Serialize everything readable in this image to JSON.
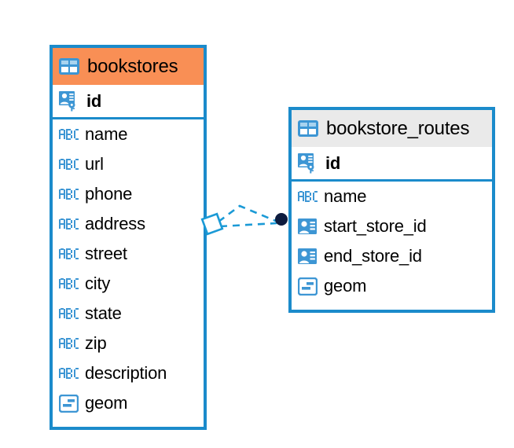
{
  "diagram": {
    "type": "entity-relationship-diagram",
    "colors": {
      "border": "#1b8bcb",
      "header_highlight": "#f98f55",
      "header_default": "#eaeaea",
      "icon_blue": "#3d96d4",
      "connector": "#1b9ad6",
      "connector_endpoint": "#0d1b3e",
      "text": "#000000",
      "background": "#ffffff"
    },
    "entities": [
      {
        "name": "bookstores",
        "header_icon": "table-icon",
        "header_style": "orange",
        "fields": [
          {
            "name": "id",
            "icon": "primary-key-icon",
            "key": true
          },
          {
            "name": "name",
            "icon": "abc-text-icon",
            "key": false
          },
          {
            "name": "url",
            "icon": "abc-text-icon",
            "key": false
          },
          {
            "name": "phone",
            "icon": "abc-text-icon",
            "key": false
          },
          {
            "name": "address",
            "icon": "abc-text-icon",
            "key": false
          },
          {
            "name": "street",
            "icon": "abc-text-icon",
            "key": false
          },
          {
            "name": "city",
            "icon": "abc-text-icon",
            "key": false
          },
          {
            "name": "state",
            "icon": "abc-text-icon",
            "key": false
          },
          {
            "name": "zip",
            "icon": "abc-text-icon",
            "key": false
          },
          {
            "name": "description",
            "icon": "abc-text-icon",
            "key": false
          },
          {
            "name": "geom",
            "icon": "geometry-icon",
            "key": false
          }
        ]
      },
      {
        "name": "bookstore_routes",
        "header_icon": "table-icon",
        "header_style": "gray",
        "fields": [
          {
            "name": "id",
            "icon": "primary-key-icon",
            "key": true
          },
          {
            "name": "name",
            "icon": "abc-text-icon",
            "key": false
          },
          {
            "name": "start_store_id",
            "icon": "foreign-key-icon",
            "key": false
          },
          {
            "name": "end_store_id",
            "icon": "foreign-key-icon",
            "key": false
          },
          {
            "name": "geom",
            "icon": "geometry-icon",
            "key": false
          }
        ]
      }
    ],
    "relationship": {
      "from_entity": "bookstores",
      "to_entity": "bookstore_routes",
      "from_marker": "diamond-marker",
      "to_marker": "filled-circle-marker",
      "line_style": "dashed"
    }
  }
}
